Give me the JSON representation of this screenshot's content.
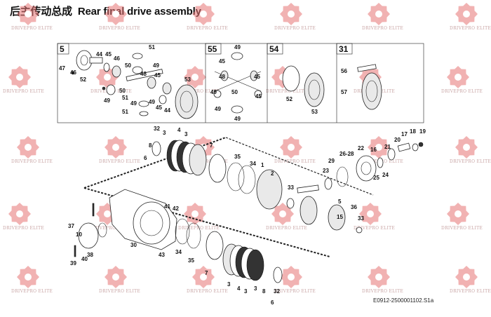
{
  "header": {
    "title_cn": "后主传动总成",
    "title_en": "Rear final drive assembly"
  },
  "watermark": {
    "text": "DRIVEPRO ELITE",
    "color": "#e57373"
  },
  "drawing_code": "E0912-2500001102.S1a",
  "inset_boxes": [
    {
      "label": "5"
    },
    {
      "label": "55"
    },
    {
      "label": "54"
    },
    {
      "label": "31"
    }
  ],
  "labels": {
    "box5": [
      "47",
      "46",
      "52",
      "44",
      "45",
      "46",
      "51",
      "50",
      "49",
      "48",
      "50",
      "51",
      "49",
      "51",
      "49",
      "45",
      "44",
      "53",
      "49",
      "45"
    ],
    "box55": [
      "49",
      "45",
      "48",
      "45",
      "49",
      "50",
      "45",
      "49",
      "49"
    ],
    "box54": [
      "52",
      "53"
    ],
    "box31": [
      "56",
      "57"
    ],
    "main": [
      "32",
      "3",
      "4",
      "3",
      "8",
      "6",
      "7",
      "35",
      "34",
      "1",
      "2",
      "33",
      "23",
      "29",
      "26-28",
      "22",
      "16",
      "21",
      "20",
      "17",
      "18",
      "19",
      "25",
      "24",
      "5",
      "36",
      "15",
      "33",
      "41",
      "42",
      "37",
      "10",
      "30",
      "43",
      "34",
      "35",
      "39",
      "40",
      "38",
      "7",
      "3",
      "4",
      "3",
      "3",
      "8",
      "32",
      "6"
    ]
  }
}
